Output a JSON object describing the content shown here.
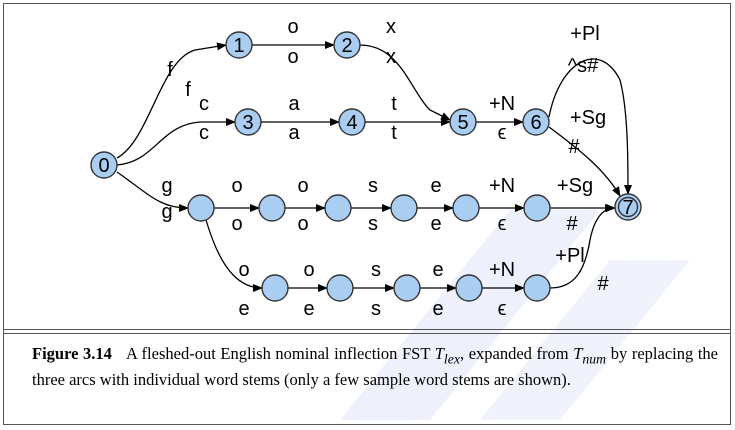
{
  "diagram": {
    "nodes": [
      {
        "id": "n0",
        "label": "0",
        "final": false
      },
      {
        "id": "n1",
        "label": "1",
        "final": false
      },
      {
        "id": "n2",
        "label": "2",
        "final": false
      },
      {
        "id": "n3",
        "label": "3",
        "final": false
      },
      {
        "id": "n4",
        "label": "4",
        "final": false
      },
      {
        "id": "n5",
        "label": "5",
        "final": false
      },
      {
        "id": "n6",
        "label": "6",
        "final": false
      },
      {
        "id": "n7",
        "label": "7",
        "final": true
      },
      {
        "id": "g1",
        "label": "",
        "final": false
      },
      {
        "id": "g2",
        "label": "",
        "final": false
      },
      {
        "id": "g3",
        "label": "",
        "final": false
      },
      {
        "id": "g4",
        "label": "",
        "final": false
      },
      {
        "id": "g5",
        "label": "",
        "final": false
      },
      {
        "id": "g6",
        "label": "",
        "final": false
      },
      {
        "id": "h1",
        "label": "",
        "final": false
      },
      {
        "id": "h2",
        "label": "",
        "final": false
      },
      {
        "id": "h3",
        "label": "",
        "final": false
      },
      {
        "id": "h4",
        "label": "",
        "final": false
      },
      {
        "id": "h5",
        "label": "",
        "final": false
      }
    ],
    "edges": [
      {
        "from": "n0",
        "to": "n1",
        "upper": "f",
        "lower": "f"
      },
      {
        "from": "n1",
        "to": "n2",
        "upper": "o",
        "lower": "o"
      },
      {
        "from": "n2",
        "to": "n5",
        "upper": "x",
        "lower": "x"
      },
      {
        "from": "n0",
        "to": "n3",
        "upper": "c",
        "lower": "c"
      },
      {
        "from": "n3",
        "to": "n4",
        "upper": "a",
        "lower": "a"
      },
      {
        "from": "n4",
        "to": "n5",
        "upper": "t",
        "lower": "t"
      },
      {
        "from": "n5",
        "to": "n6",
        "upper": "+N",
        "lower": "ϵ"
      },
      {
        "from": "n6",
        "to": "n7",
        "upper": "+Pl",
        "lower": "^s#"
      },
      {
        "from": "n6",
        "to": "n7",
        "upper": "+Sg",
        "lower": "#"
      },
      {
        "from": "n0",
        "to": "g1",
        "upper": "g",
        "lower": "g"
      },
      {
        "from": "g1",
        "to": "g2",
        "upper": "o",
        "lower": "o"
      },
      {
        "from": "g2",
        "to": "g3",
        "upper": "o",
        "lower": "o"
      },
      {
        "from": "g3",
        "to": "g4",
        "upper": "s",
        "lower": "s"
      },
      {
        "from": "g4",
        "to": "g5",
        "upper": "e",
        "lower": "e"
      },
      {
        "from": "g5",
        "to": "g6",
        "upper": "+N",
        "lower": "ϵ"
      },
      {
        "from": "g6",
        "to": "n7",
        "upper": "+Sg",
        "lower": "#"
      },
      {
        "from": "g1",
        "to": "h1",
        "upper": "o",
        "lower": "e"
      },
      {
        "from": "h1",
        "to": "h2",
        "upper": "o",
        "lower": "e"
      },
      {
        "from": "h2",
        "to": "h3",
        "upper": "s",
        "lower": "s"
      },
      {
        "from": "h3",
        "to": "h4",
        "upper": "e",
        "lower": "e"
      },
      {
        "from": "h4",
        "to": "h5",
        "upper": "+N",
        "lower": "ϵ"
      },
      {
        "from": "h5",
        "to": "n7",
        "upper": "+Pl",
        "lower": "#"
      }
    ]
  },
  "caption": {
    "label": "Figure 3.14",
    "text_before": "A fleshed-out English nominal inflection FST ",
    "t_lex": "T",
    "t_lex_sub": "lex",
    "text_mid": ", expanded from ",
    "t_num": "T",
    "t_num_sub": "num",
    "text_after": " by replacing the three arcs with individual word stems (only a few sample word stems are shown)."
  },
  "colors": {
    "node_fill": "#a9cef2",
    "node_stroke": "#333333",
    "frame": "#555555",
    "watermark": "#eef0fb"
  }
}
